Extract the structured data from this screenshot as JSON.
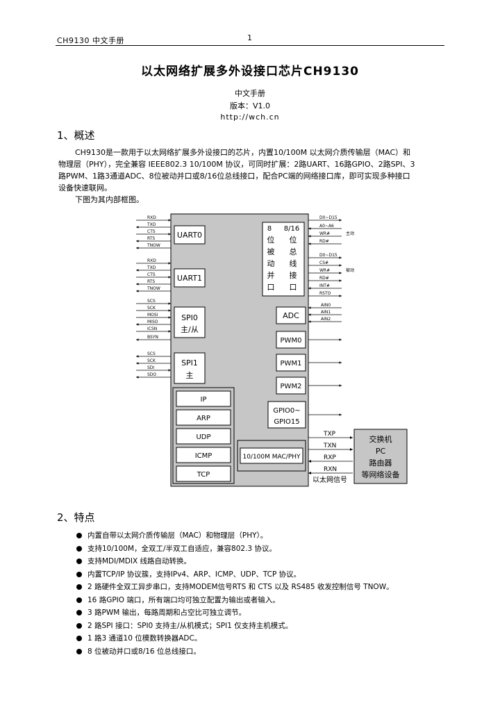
{
  "header": {
    "left": "CH9130 中文手册",
    "page": "1"
  },
  "title": "以太网络扩展多外设接口芯片CH9130",
  "subtitle_lines": [
    "中文手册",
    "版本：V1.0",
    "http://wch.cn"
  ],
  "section1": {
    "heading": "1、概述",
    "para_lines": [
      "CH9130是一款用于以太网络扩展多外设接口的芯片，内置10/100M 以太网介质传输层（MAC）和",
      "物理层（PHY），完全兼容 IEEE802.3 10/100M 协议，可同时扩展：2路UART、16路GPIO、2路SPI、3",
      "路PWM、1路3通道ADC、8位被动并口或8/16位总线接口，配合PC端的网络接口库，即可实现多种接口",
      "设备快速联网。"
    ],
    "diagram_caption": "下图为其内部框图。"
  },
  "diagram": {
    "uart0": {
      "label": "UART0",
      "signals": [
        "RXD",
        "TXD",
        "CTS",
        "RTS",
        "TNOW"
      ]
    },
    "uart1": {
      "label": "UART1",
      "signals": [
        "RXD",
        "TXD",
        "CTS",
        "RTS",
        "TNOW"
      ]
    },
    "spi0": {
      "label1": "SPI0",
      "label2": "主/从",
      "signals": [
        "SCS",
        "SCK",
        "MOSI",
        "MISO",
        "ICSN",
        "BSYN"
      ]
    },
    "spi1": {
      "label1": "SPI1",
      "label2": "主",
      "signals": [
        "SCS",
        "SCK",
        "SDI",
        "SDO"
      ]
    },
    "bus": {
      "cols": [
        [
          "8",
          "位",
          "被",
          "动",
          "并",
          "口"
        ],
        [
          "8/16",
          "位",
          "总",
          "线",
          "接",
          "口"
        ]
      ]
    },
    "bus_signals_passive": [
      "D0~D15",
      "A0~A6",
      "WR#",
      "RD#"
    ],
    "bus_signals_bus": [
      "D0~D15",
      "CS#",
      "WR#",
      "RD#",
      "INT#",
      "RSTO"
    ],
    "passive_label": "主动",
    "bus_label": "被动",
    "adc": {
      "label": "ADC",
      "signals": [
        "AIN0",
        "AIN1",
        "AIN2"
      ]
    },
    "pwm": [
      "PWM0",
      "PWM1",
      "PWM2"
    ],
    "gpio": {
      "line1": "GPIO0~",
      "line2": "GPIO15"
    },
    "protocols": [
      "IP",
      "ARP",
      "UDP",
      "ICMP",
      "TCP"
    ],
    "macphy": "10/100M MAC/PHY",
    "eth_signals": [
      "TXP",
      "TXN",
      "RXP",
      "RXN"
    ],
    "eth_caption": "以太网信号",
    "switch_lines": [
      "交换机",
      "PC",
      "路由器",
      "等网络设备"
    ],
    "colors": {
      "chip_fill": "#c6c6c6",
      "box_fill": "#ffffff",
      "device_fill": "#c6c6c6"
    }
  },
  "section2": {
    "heading": "2、特点",
    "bullets": [
      "内置自带以太网介质传输层（MAC）和物理层（PHY）。",
      "支持10/100M，全双工/半双工自适应，兼容802.3 协议。",
      "支持MDI/MDIX 线路自动转换。",
      "内置TCP/IP 协议簇，支持IPv4、ARP、ICMP、UDP、TCP 协议。",
      "2 路硬件全双工异步串口，支持MODEM信号RTS 和 CTS 以及 RS485 收发控制信号 TNOW。",
      "16 路GPIO 端口，所有端口均可独立配置为输出或者输入。",
      "3 路PWM 输出，每路周期和占空比可独立调节。",
      "2 路SPI 接口：SPI0 支持主/从机模式；SPI1 仅支持主机模式。",
      "1 路3 通道10 位模数转换器ADC。",
      "8 位被动并口或8/16 位总线接口。"
    ]
  }
}
